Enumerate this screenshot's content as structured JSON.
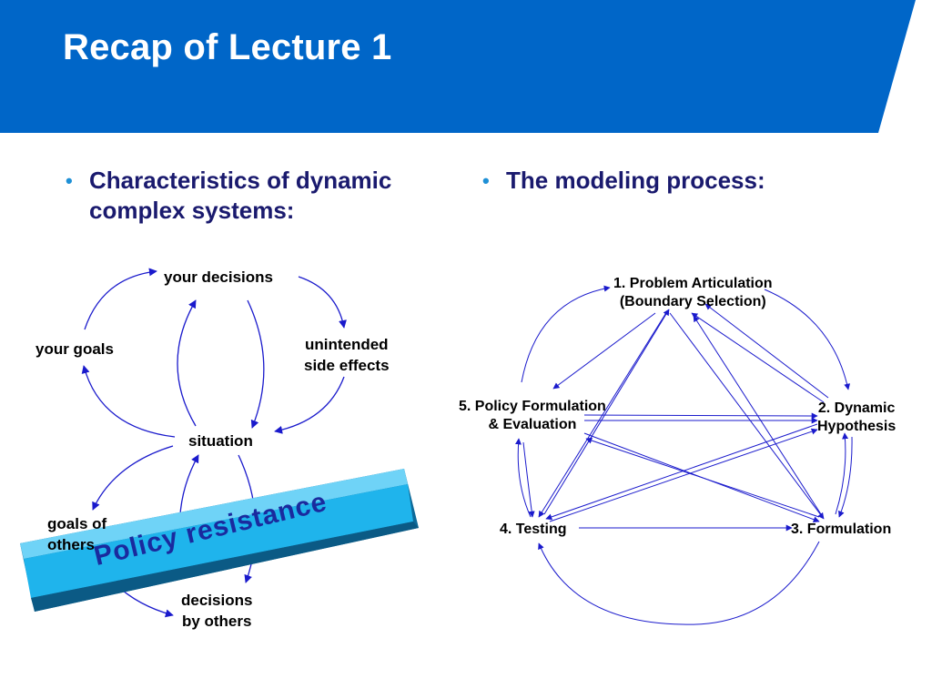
{
  "slide": {
    "title": "Recap of Lecture 1",
    "colors": {
      "header": "#0066c8",
      "bullet": "#1e90d6",
      "text": "#1a1a6e",
      "arrow": "#1a1acc",
      "banner": "#1fb4ec"
    }
  },
  "left": {
    "bullet": "Characteristics of dynamic complex systems:",
    "nodes": {
      "your_decisions": "your decisions",
      "unintended_line1": "unintended",
      "unintended_line2": "side effects",
      "your_goals": "your goals",
      "situation": "situation",
      "goals_of_line1": "goals of",
      "goals_of_line2": "others",
      "decisions_line1": "decisions",
      "decisions_line2": "by others"
    },
    "banner": "Policy resistance"
  },
  "right": {
    "bullet": "The modeling process:",
    "nodes": {
      "problem_line1": "1. Problem Articulation",
      "problem_line2": "(Boundary Selection)",
      "dynamic_line1": "2. Dynamic",
      "dynamic_line2": "Hypothesis",
      "formulation": "3. Formulation",
      "testing": "4. Testing",
      "policy_line1": "5. Policy Formulation",
      "policy_line2": "& Evaluation"
    }
  }
}
